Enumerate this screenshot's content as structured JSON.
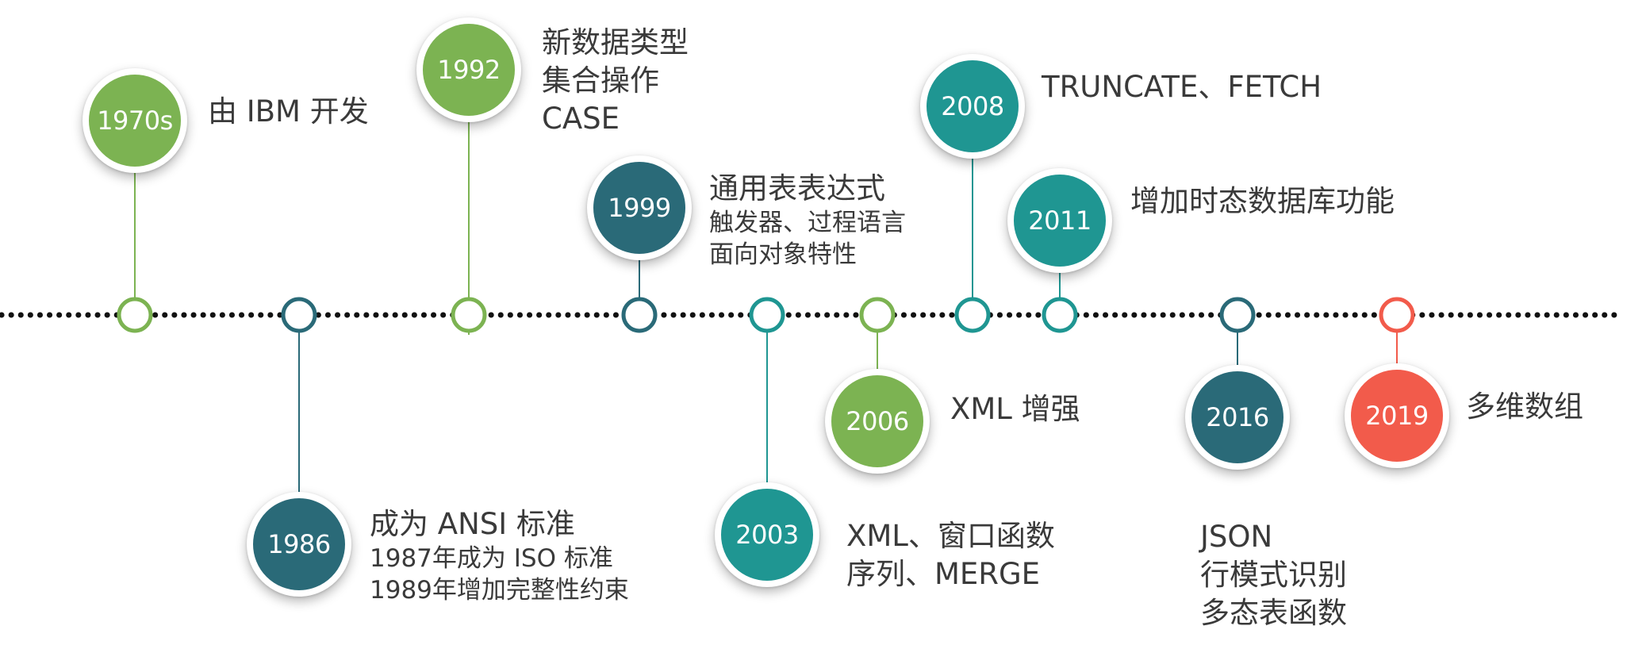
{
  "colors": {
    "light_green": "#7cb352",
    "dark_teal": "#2a6a78",
    "teal": "#1f9692",
    "red": "#f25b4b",
    "axis": "#111111",
    "text": "#3a3a3a"
  },
  "events": [
    {
      "year": "1970s",
      "color": "light_green",
      "lines": [
        "由 IBM 开发"
      ]
    },
    {
      "year": "1986",
      "color": "dark_teal",
      "lines": [
        "成为 ANSI 标准",
        "1987年成为 ISO 标准",
        "1989年增加完整性约束"
      ]
    },
    {
      "year": "1992",
      "color": "light_green",
      "lines": [
        "新数据类型",
        "集合操作",
        "CASE"
      ]
    },
    {
      "year": "1999",
      "color": "dark_teal",
      "lines": [
        "通用表表达式",
        "触发器、过程语言",
        "面向对象特性"
      ]
    },
    {
      "year": "2003",
      "color": "teal",
      "lines": [
        "XML、窗口函数",
        "序列、MERGE"
      ]
    },
    {
      "year": "2006",
      "color": "light_green",
      "lines": [
        "XML 增强"
      ]
    },
    {
      "year": "2008",
      "color": "teal",
      "lines": [
        "TRUNCATE、FETCH"
      ]
    },
    {
      "year": "2011",
      "color": "teal",
      "lines": [
        "增加时态数据库功能"
      ]
    },
    {
      "year": "2016",
      "color": "dark_teal",
      "lines": [
        "JSON",
        "行模式识别",
        "多态表函数"
      ]
    },
    {
      "year": "2019",
      "color": "red",
      "lines": [
        "多维数组"
      ]
    }
  ]
}
